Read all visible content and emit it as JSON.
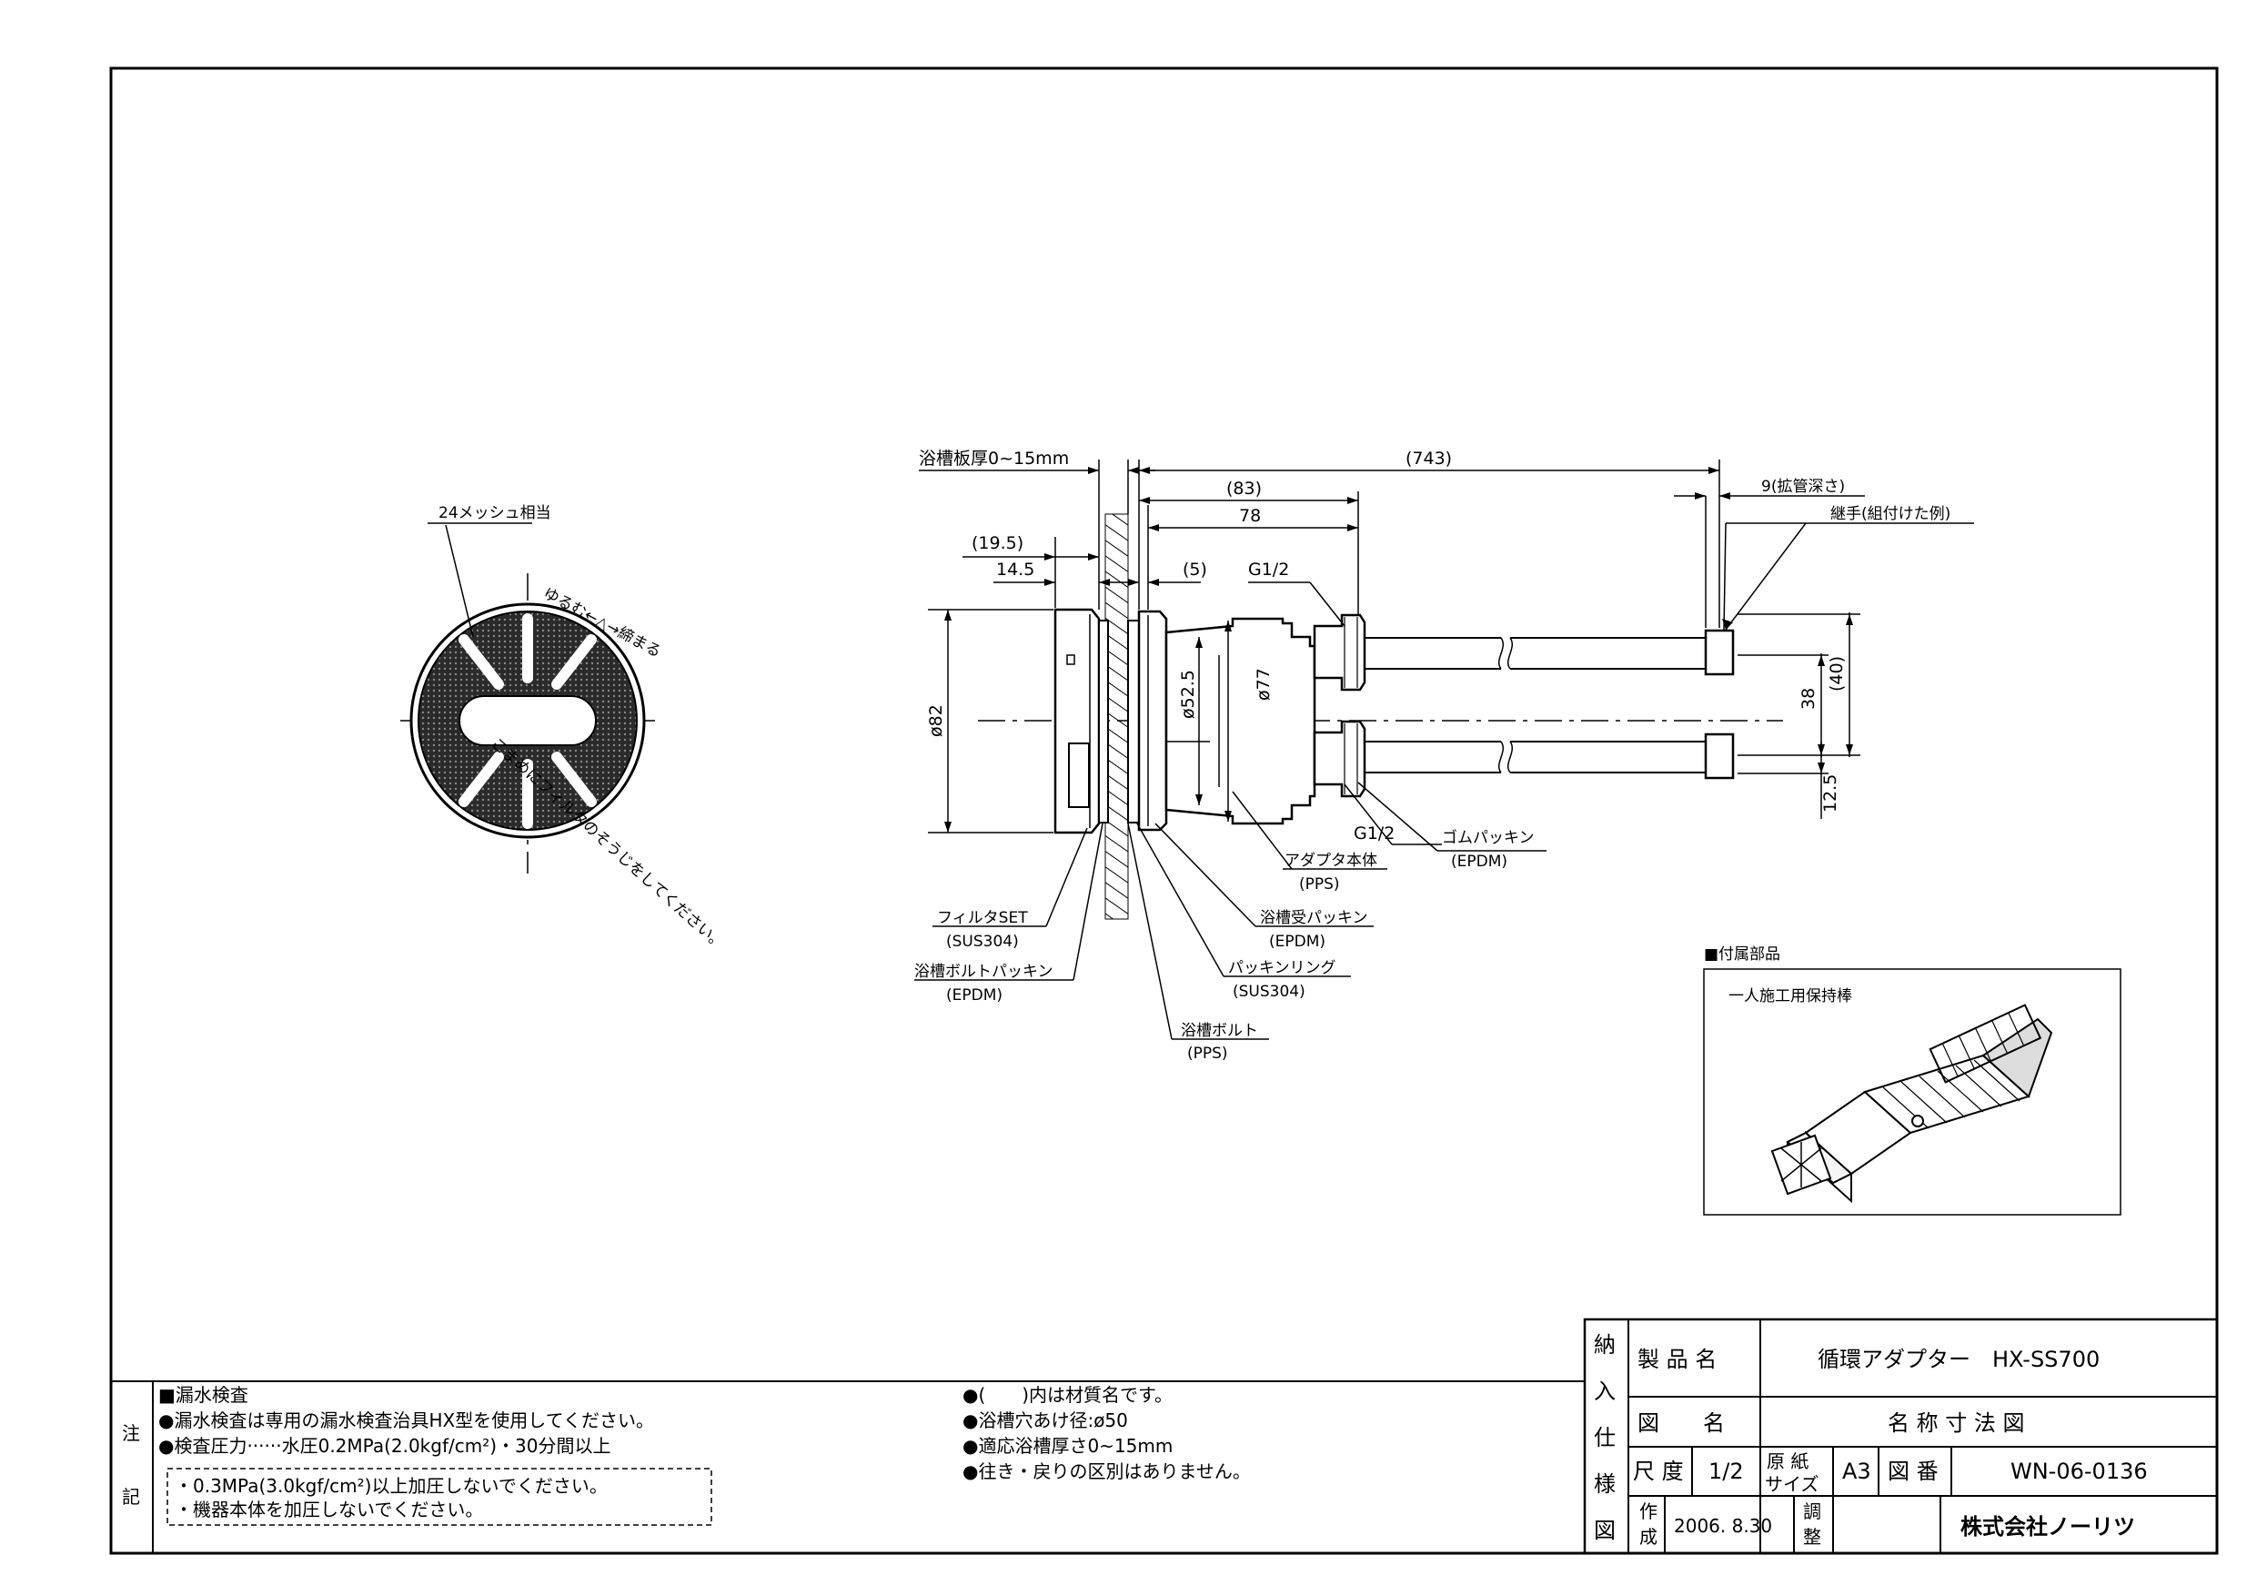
{
  "drawing": {
    "plate_thickness": "浴槽板厚0~15mm",
    "dim_743": "(743)",
    "dim_83": "(83)",
    "dim_78": "78",
    "dim_19_5": "(19.5)",
    "dim_14_5": "14.5",
    "dim_5": "(5)",
    "g_half_top": "G1/2",
    "g_half_bottom": "G1/2",
    "expansion_depth": "9(拡管深さ)",
    "fitting_example": "継手(組付けた例)",
    "phi82": "ø82",
    "phi52_5": "ø52.5",
    "phi77": "ø77",
    "dim_38": "38",
    "dim_40": "(40)",
    "dim_12_5": "12.5",
    "mesh": "24メッシュ相当",
    "filter_text_top": "ゆるむ←△→締まる",
    "filter_text_bottom": "こまめにフィルタのそうじをしてください。",
    "rubber_packing": "ゴムパッキン",
    "rubber_packing_mat": "(EPDM)",
    "adapter_body": "アダプタ本体",
    "adapter_body_mat": "(PPS)",
    "tub_packing": "浴槽受パッキン",
    "tub_packing_mat": "(EPDM)",
    "packing_ring": "パッキンリング",
    "packing_ring_mat": "(SUS304)",
    "tub_bolt": "浴槽ボルト",
    "tub_bolt_mat": "(PPS)",
    "filter_set": "フィルタSET",
    "filter_set_mat": "(SUS304)",
    "bolt_packing": "浴槽ボルトパッキン",
    "bolt_packing_mat": "(EPDM)"
  },
  "accessory": {
    "heading": "■付属部品",
    "name": "一人施工用保持棒"
  },
  "notes": {
    "vertical_label_1": "注",
    "vertical_label_2": "記",
    "leak_heading": "■漏水検査",
    "leak_1": "●漏水検査は専用の漏水検査治具HX型を使用してください。",
    "leak_2": "●検査圧力······水圧0.2MPa(2.0kgf/cm²)・30分間以上",
    "box_1": "・0.3MPa(3.0kgf/cm²)以上加圧しないでください。",
    "box_2": "・機器本体を加圧しないでください。",
    "right_1": "●(　　)内は材質名です。",
    "right_2": "●浴槽穴あけ径:ø50",
    "right_3": "●適応浴槽厚さ0~15mm",
    "right_4": "●往き・戻りの区別はありません。"
  },
  "title_block": {
    "side_chars": [
      "納",
      "入",
      "仕",
      "様",
      "図"
    ],
    "product_name_label": "製 品 名",
    "product_name": "循環アダプター　HX-SS700",
    "drawing_name_label": "図　　名",
    "drawing_name": "名 称 寸 法 図",
    "scale_label": "尺 度",
    "scale": "1/2",
    "paper_label_1": "原 紙",
    "paper_label_2": "サイズ",
    "paper": "A3",
    "number_label": "図 番",
    "number": "WN-06-0136",
    "created_label_1": "作",
    "created_label_2": "成",
    "created": "2006. 8.30",
    "adjusted_label_1": "調",
    "adjusted_label_2": "整",
    "company": "株式会社ノーリツ"
  }
}
